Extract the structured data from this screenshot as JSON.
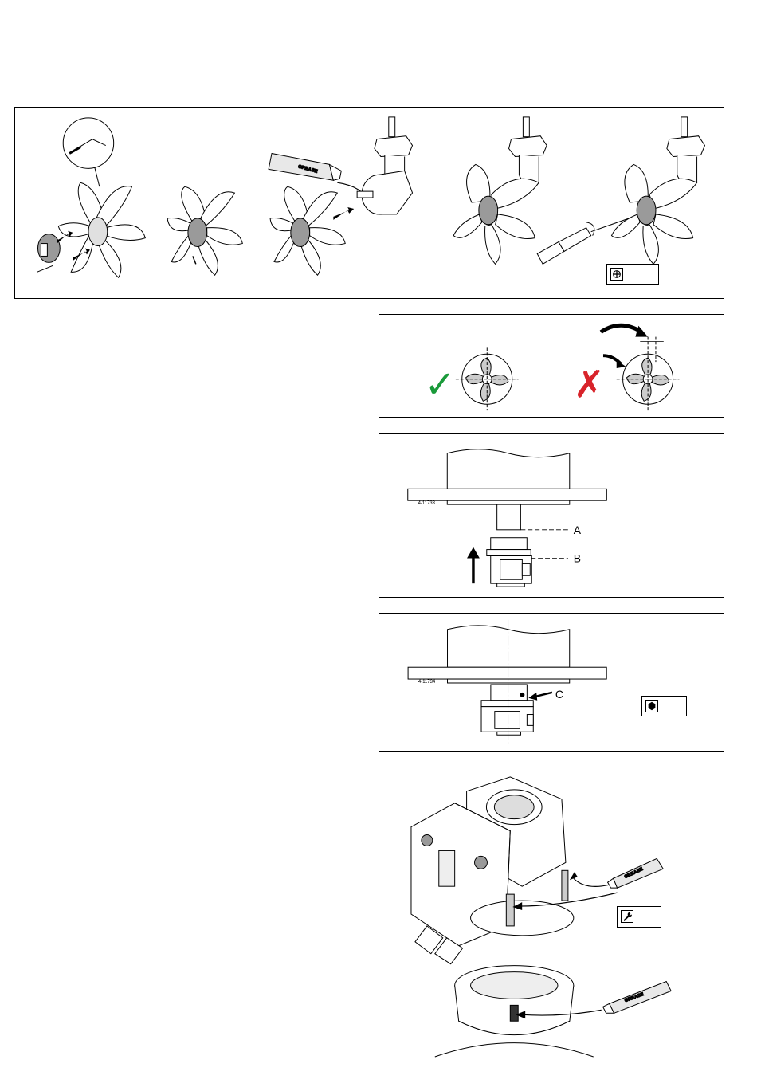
{
  "figures": {
    "fan_assembly": {
      "grease_label_tube": "GREASE"
    },
    "alignment": {
      "correct_mark": "✓",
      "incorrect_mark": "✗",
      "correct_color": "#1a9a3a",
      "incorrect_color": "#d8232a"
    },
    "shaft_install": {
      "figure_code": "4-11733",
      "label_a": "A",
      "label_b": "B"
    },
    "set_screw": {
      "figure_code": "4-11734",
      "label_c": "C"
    },
    "motor_mount": {
      "grease_label_upper": "GREASE",
      "grease_label_lower": "GREASE"
    }
  },
  "tool_icons": {
    "panel1": "phillips-screwdriver-icon",
    "panel4": "hex-key-icon",
    "panel5": "wrench-icon"
  }
}
